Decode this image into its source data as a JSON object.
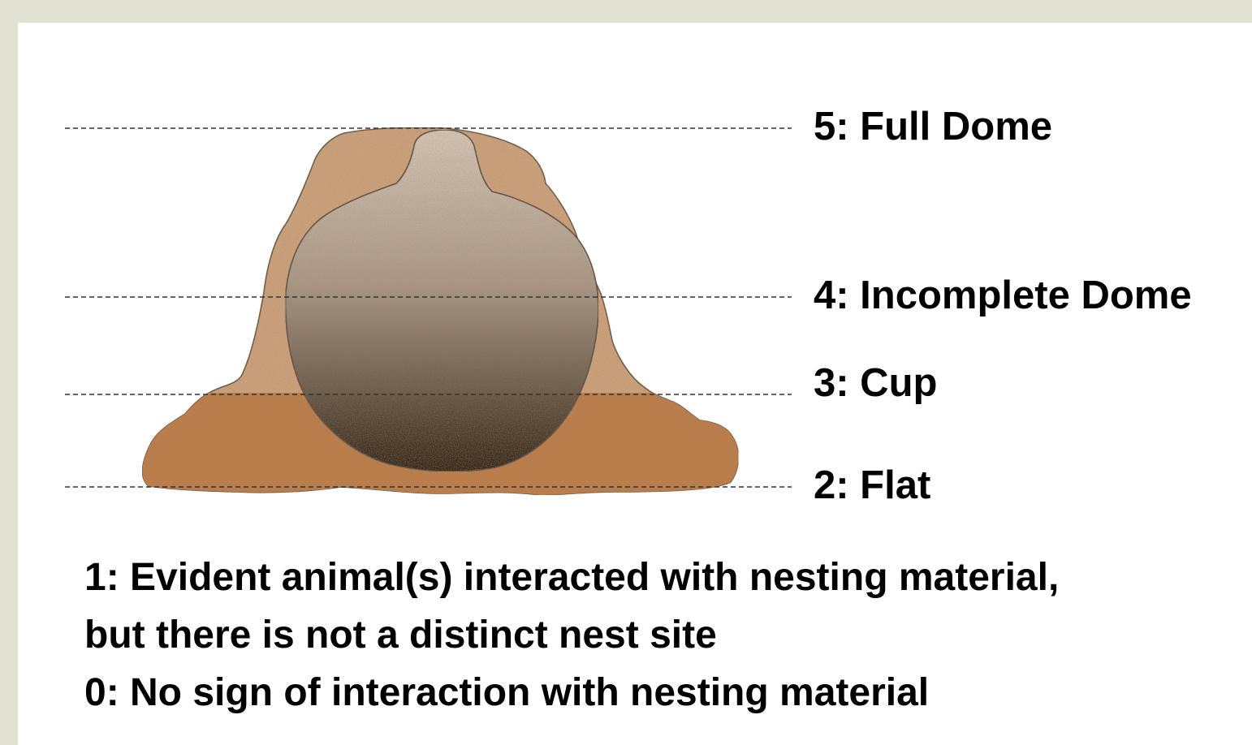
{
  "levels": [
    {
      "key": "5",
      "label": "5: Full Dome"
    },
    {
      "key": "4",
      "label": "4: Incomplete Dome"
    },
    {
      "key": "3",
      "label": "3: Cup"
    },
    {
      "key": "2",
      "label": "2: Flat"
    }
  ],
  "descriptions": {
    "score1_line1": "1: Evident animal(s) interacted with nesting material,",
    "score1_line2": "but there is not a distinct nest site",
    "score0": "0: No sign of interaction with nesting material"
  },
  "colors": {
    "page_background": "#e1e1d4",
    "slide_background": "#ffffff",
    "dome_material": "#c9a07c",
    "base_material": "#b97b4a",
    "inner_cavity_top": "#cbb9a8",
    "inner_cavity_bottom": "#2a241f",
    "guide_line": "#333333"
  },
  "icons": {
    "nest_illustration": "nest-dome-icon"
  }
}
